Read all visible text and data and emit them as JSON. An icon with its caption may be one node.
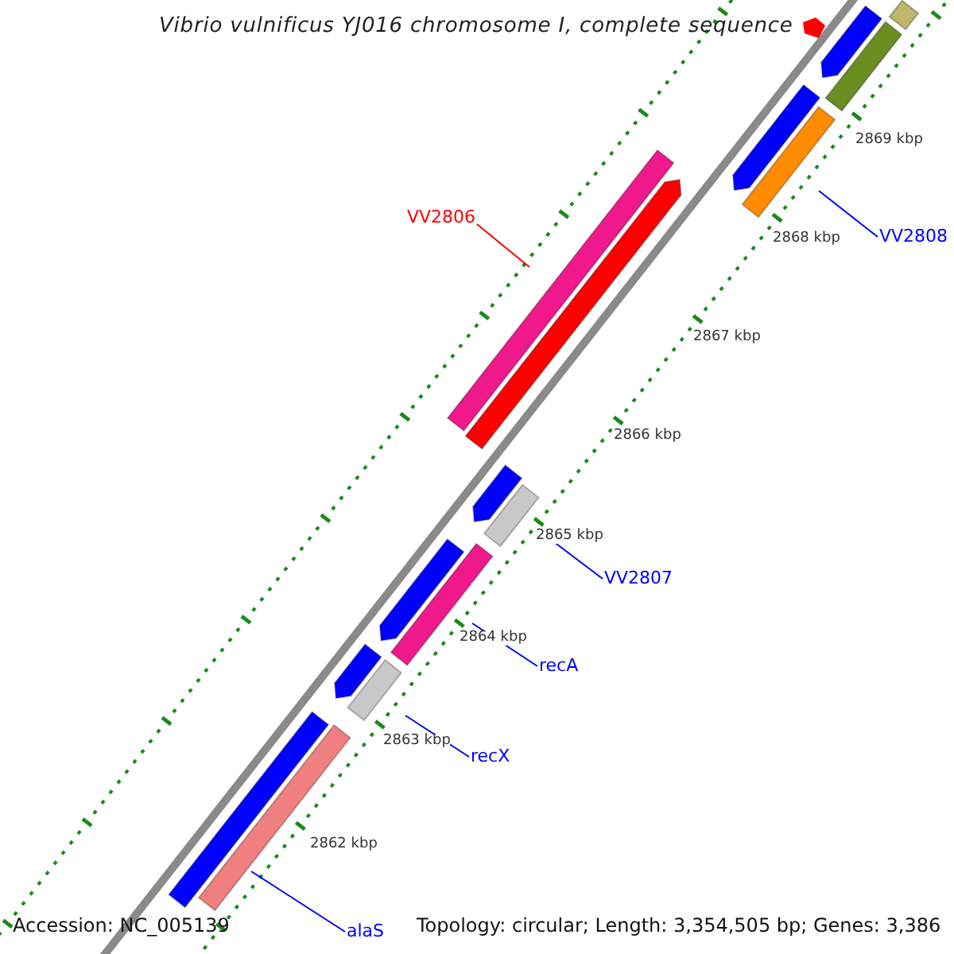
{
  "diagram": {
    "title": "Vibrio vulnificus YJ016 chromosome I, complete sequence",
    "nodes": [
      {
        "text": [
          "VV2806"
        ]
      },
      {
        "text": [],
        "shape": "bar"
      },
      {
        "text": [
          "VV2808"
        ]
      },
      {
        "text": [],
        "shape": "bar"
      },
      {
        "text": [
          "VV2807"
        ]
      },
      {
        "text": [],
        "shape": "bar"
      },
      {
        "text": [
          "recA"
        ]
      },
      {
        "text": [],
        "shape": "bar"
      },
      {
        "text": [
          "recX"
        ]
      },
      {
        "text": [],
        "shape": "bar"
      },
      {
        "text": [
          "alaS"
        ]
      },
      {
        "text": [],
        "shape": "bar"
      },
      {
        "text": [],
        "shape": "arrow"
      },
      {
        "text": [],
        "shape": "bar"
      },
      {
        "text": [],
        "shape": "bar"
      },
      {
        "text": [],
        "shape": "arrow"
      },
      {
        "text": [],
        "shape": "arrow"
      },
      {
        "text": [],
        "shape": "arrow"
      },
      {
        "text": [],
        "shape": "arrow"
      },
      {
        "text": [],
        "shape": "arrow"
      },
      {
        "text": [],
        "shape": "bar"
      }
    ],
    "edges": [
      {
        "from": 0,
        "to": 1,
        "arrow": "none",
        "color": "#ff0000"
      },
      {
        "from": 2,
        "to": 3,
        "arrow": "none"
      },
      {
        "from": 4,
        "to": 5,
        "arrow": "none"
      },
      {
        "from": 6,
        "to": 7,
        "arrow": "none"
      },
      {
        "from": 8,
        "to": 9,
        "arrow": "none"
      },
      {
        "from": 10,
        "to": 11,
        "arrow": "none"
      }
    ],
    "labels": [
      "2869 kbp",
      "2868 kbp",
      "2867 kbp",
      "2866 kbp",
      "2865 kbp",
      "2864 kbp",
      "2863 kbp",
      "2862 kbp",
      "Accession: NC_005139",
      "Topology: circular; Length: 3,354,505 bp; Genes: 3,386"
    ]
  }
}
